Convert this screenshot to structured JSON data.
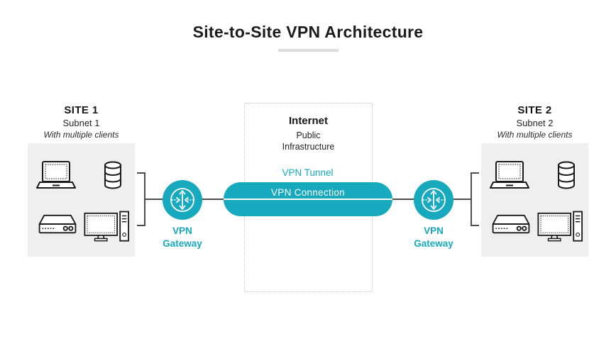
{
  "title": "Site-to-Site VPN Architecture",
  "sites": {
    "site1": {
      "name": "SITE 1",
      "subnet": "Subnet 1",
      "note": "With multiple clients"
    },
    "site2": {
      "name": "SITE 2",
      "subnet": "Subnet 2",
      "note": "With multiple clients"
    }
  },
  "internet": {
    "title": "Internet",
    "subtitle": "Public Infrastructure"
  },
  "tunnel": {
    "label": "VPN Tunnel",
    "connection_label": "VPN Connection"
  },
  "gateways": {
    "label": "VPN Gateway"
  },
  "icons": {
    "site_devices": [
      "laptop-icon",
      "database-icon",
      "network-switch-icon",
      "desktop-computer-icon"
    ],
    "gateway": "router-arrows-icon"
  },
  "colors": {
    "teal": "#17A9BD",
    "site_box_gray": "#EFEFEF",
    "title_underline_gray": "#DCDCDC",
    "connector_gray": "#4D4D4D",
    "dotted_border_gray": "#C6C6C6",
    "text_dark": "#1C1C1C"
  }
}
